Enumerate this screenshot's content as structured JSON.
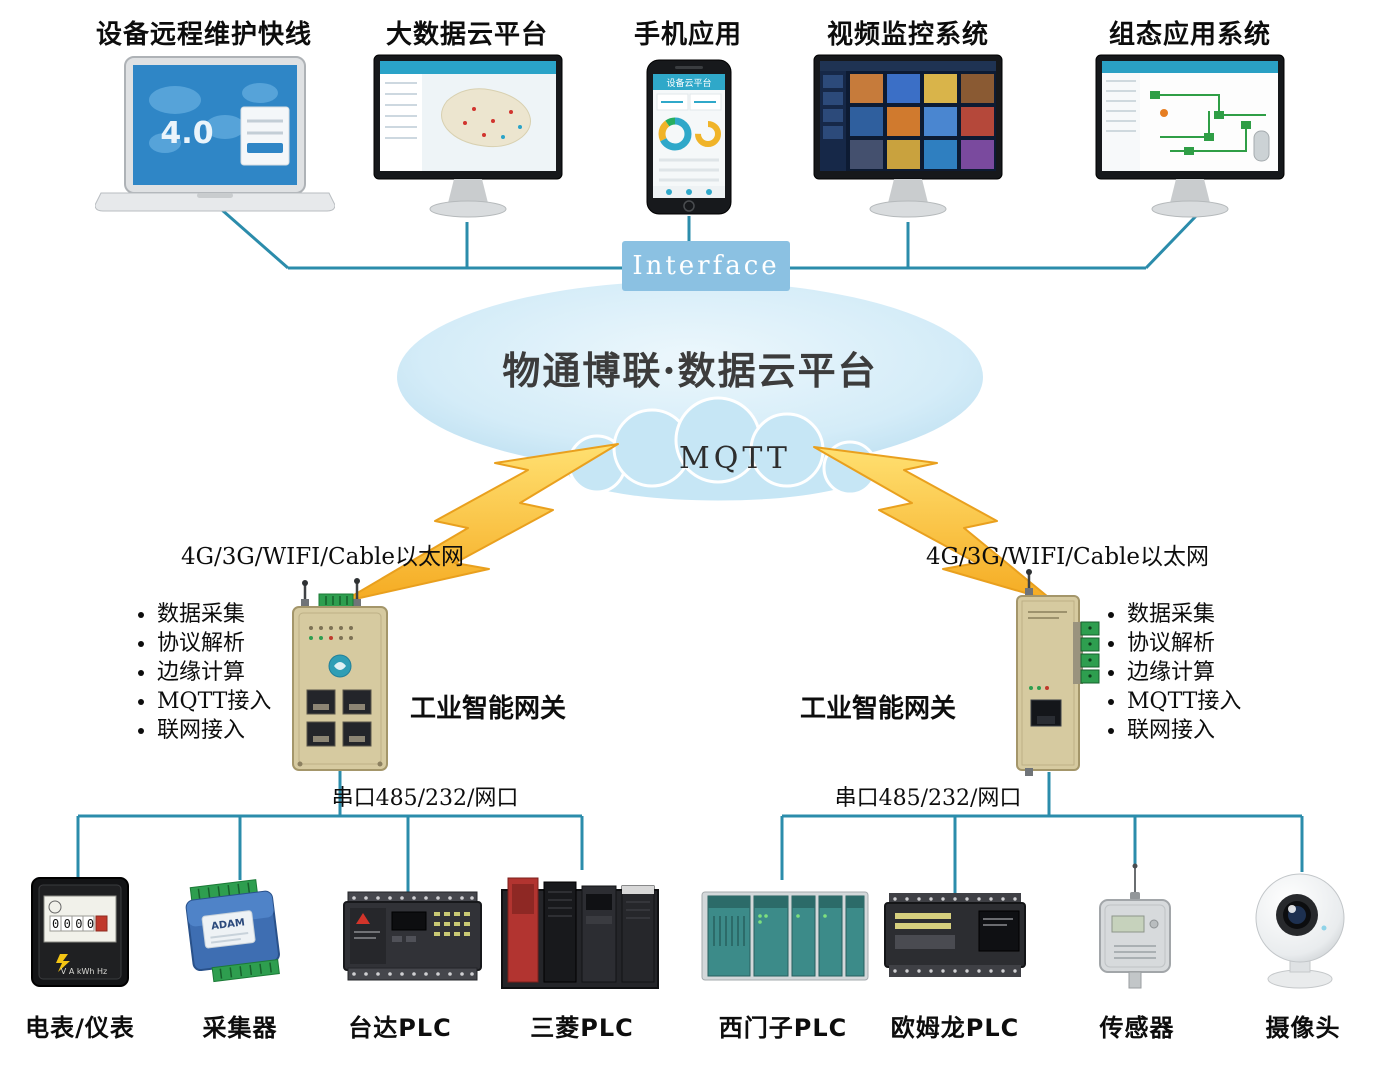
{
  "colors": {
    "connector_line": "#2b8cab",
    "interface_bg": "#8bc1e2",
    "ellipse_fill": "#cfe9f6",
    "cloud_fill": "#c6e6f5",
    "bolt_fill": "#ffc83d",
    "bolt_stroke": "#e9a01e"
  },
  "top_devices": [
    {
      "label": "设备远程维护快线"
    },
    {
      "label": "大数据云平台"
    },
    {
      "label": "手机应用"
    },
    {
      "label": "视频监控系统"
    },
    {
      "label": "组态应用系统"
    }
  ],
  "interface": {
    "label": "Interface"
  },
  "cloud": {
    "title": "物通博联·数据云平台",
    "protocol": "MQTT"
  },
  "gateway_left": {
    "network_label": "4G/3G/WIFI/Cable以太网",
    "title": "工业智能网关",
    "features": [
      "数据采集",
      "协议解析",
      "边缘计算",
      "MQTT接入",
      "联网接入"
    ],
    "serial_label": "串口485/232/网口"
  },
  "gateway_right": {
    "network_label": "4G/3G/WIFI/Cable以太网",
    "title": "工业智能网关",
    "features": [
      "数据采集",
      "协议解析",
      "边缘计算",
      "MQTT接入",
      "联网接入"
    ],
    "serial_label": "串口485/232/网口"
  },
  "bottom_devices_left": [
    {
      "label": "电表/仪表"
    },
    {
      "label": "采集器"
    },
    {
      "label": "台达PLC"
    },
    {
      "label": "三菱PLC"
    }
  ],
  "bottom_devices_right": [
    {
      "label": "西门子PLC"
    },
    {
      "label": "欧姆龙PLC"
    },
    {
      "label": "传感器"
    },
    {
      "label": "摄像头"
    }
  ],
  "details": {
    "laptop_screen_text": "4.0",
    "phone_header": "设备云平台",
    "meter_digits": "0000",
    "meter_units": "V A kWh Hz",
    "adam_label": "ADAM"
  }
}
